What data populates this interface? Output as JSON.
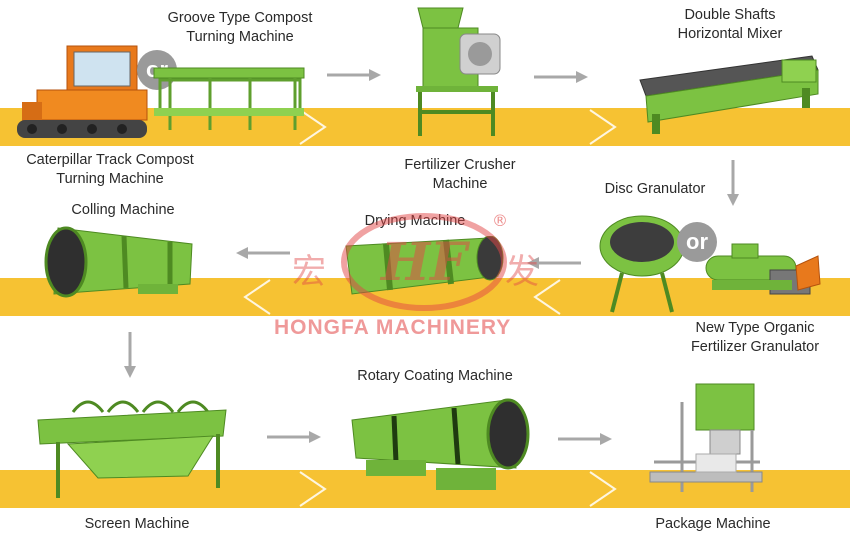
{
  "machines": {
    "groove_type": "Groove Type Compost\nTurning Machine",
    "caterpillar": "Caterpillar Track Compost\nTurning Machine",
    "crusher": "Fertilizer Crusher\nMachine",
    "mixer": "Double Shafts\nHorizontal Mixer",
    "disc_granulator": "Disc Granulator",
    "new_granulator": "New Type Organic\nFertilizer Granulator",
    "drying": "Drying Machine",
    "colling": "Colling Machine",
    "screen": "Screen Machine",
    "coating": "Rotary Coating Machine",
    "package": "Package Machine"
  },
  "or_label": "or",
  "watermark": {
    "company": "HONGFA MACHINERY",
    "logo": "HF",
    "cn_left": "宏",
    "cn_right": "发",
    "registered": "®"
  },
  "colors": {
    "band": "#f6c233",
    "machine_green": "#7cc242",
    "arrow_gray": "#a8a8a8",
    "watermark_red": "#e04646"
  },
  "icons": [
    "compost-turner-icon",
    "caterpillar-turner-icon",
    "crusher-icon",
    "mixer-icon",
    "disc-granulator-icon",
    "organic-granulator-icon",
    "rotary-dryer-icon",
    "rotary-cooler-icon",
    "screen-icon",
    "coating-drum-icon",
    "packaging-icon"
  ]
}
